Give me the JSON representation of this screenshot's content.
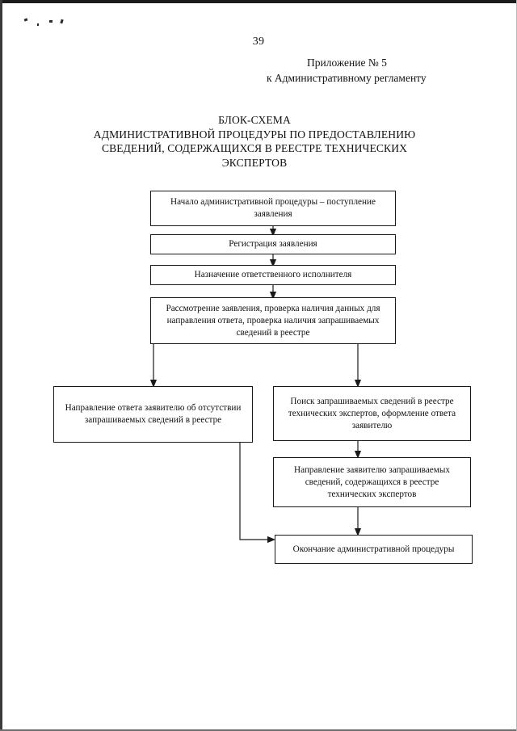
{
  "document": {
    "page_number": "39",
    "appendix_line1": "Приложение № 5",
    "appendix_line2": "к Административному регламенту",
    "title_line1": "БЛОК-СХЕМА",
    "title_line2": "АДМИНИСТРАТИВНОЙ ПРОЦЕДУРЫ ПО ПРЕДОСТАВЛЕНИЮ",
    "title_line3": "СВЕДЕНИЙ, СОДЕРЖАЩИХСЯ В РЕЕСТРЕ ТЕХНИЧЕСКИХ",
    "title_line4": "ЭКСПЕРТОВ"
  },
  "flowchart": {
    "nodes": [
      {
        "id": "start",
        "label": "Начало административной процедуры – поступление заявления"
      },
      {
        "id": "registration",
        "label": "Регистрация заявления"
      },
      {
        "id": "assign-executor",
        "label": "Назначение ответственного исполнителя"
      },
      {
        "id": "review-application",
        "label": "Рассмотрение заявления, проверка наличия данных для направления ответа, проверка наличия запрашиваемых сведений в реестре"
      },
      {
        "id": "answer-absent",
        "label": "Направление ответа заявителю об отсутствии запрашиваемых сведений в реестре"
      },
      {
        "id": "search-registry",
        "label": "Поиск запрашиваемых сведений в реестре технических экспертов, оформление ответа заявителю"
      },
      {
        "id": "send-information",
        "label": "Направление заявителю запрашиваемых сведений, содержащихся в реестре технических экспертов"
      },
      {
        "id": "end",
        "label": "Окончание административной процедуры"
      }
    ],
    "edges": [
      {
        "from": "start",
        "to": "registration",
        "type": "arrow-down"
      },
      {
        "from": "registration",
        "to": "assign-executor",
        "type": "arrow-down"
      },
      {
        "from": "assign-executor",
        "to": "review-application",
        "type": "arrow-down"
      },
      {
        "from": "review-application",
        "to": "answer-absent",
        "type": "branch-left-down"
      },
      {
        "from": "review-application",
        "to": "search-registry",
        "type": "branch-right-down"
      },
      {
        "from": "search-registry",
        "to": "send-information",
        "type": "arrow-down"
      },
      {
        "from": "send-information",
        "to": "end",
        "type": "arrow-down"
      },
      {
        "from": "answer-absent",
        "to": "end",
        "type": "elbow-right"
      }
    ]
  },
  "style": {
    "line_color": "#1a1a1a",
    "node_fill": "#ffffff",
    "text_color": "#111111"
  }
}
